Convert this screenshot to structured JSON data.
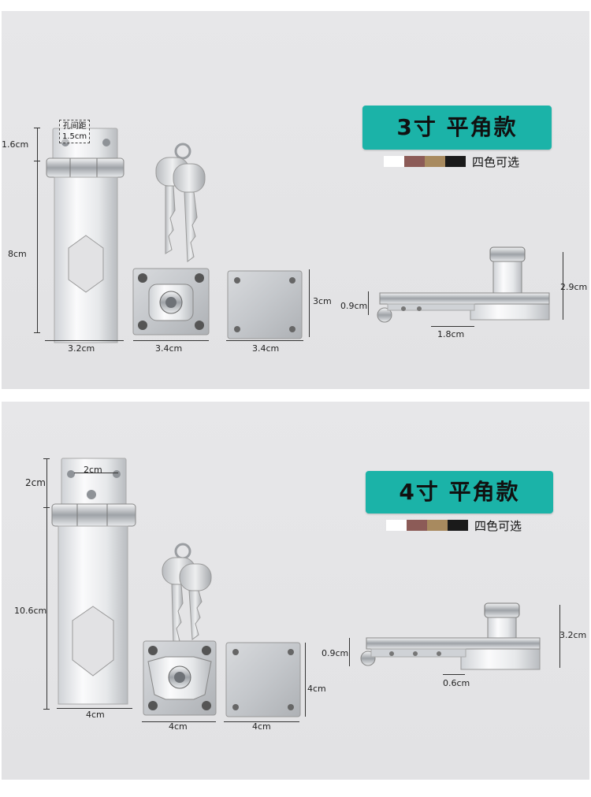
{
  "colors": {
    "accent": "#1bb3a8",
    "swatch_white": "#ffffff",
    "swatch_rosewood": "#8c5b57",
    "swatch_bronze": "#a88a5f",
    "swatch_black": "#1a1a1a"
  },
  "panel_3": {
    "title": "3寸 平角款",
    "swatch_label": "四色可选",
    "hole_label_title": "孔间距",
    "hole_label_value": "1.5cm",
    "dims": {
      "top_height": "1.6cm",
      "hasp_length": "8cm",
      "hasp_width": "3.2cm",
      "lock_width": "3.4cm",
      "plate_width": "3.4cm",
      "plate_height": "3cm",
      "side_thickness": "0.9cm",
      "side_offset": "1.8cm",
      "side_height": "2.9cm"
    }
  },
  "panel_4": {
    "title": "4寸 平角款",
    "swatch_label": "四色可选",
    "hole_label_value": "2cm",
    "dims": {
      "top_height": "2cm",
      "hasp_length": "10.6cm",
      "hasp_width": "4cm",
      "lock_width": "4cm",
      "plate_width": "4cm",
      "plate_height": "4cm",
      "side_thickness": "0.9cm",
      "side_offset": "0.6cm",
      "side_height": "3.2cm"
    }
  }
}
